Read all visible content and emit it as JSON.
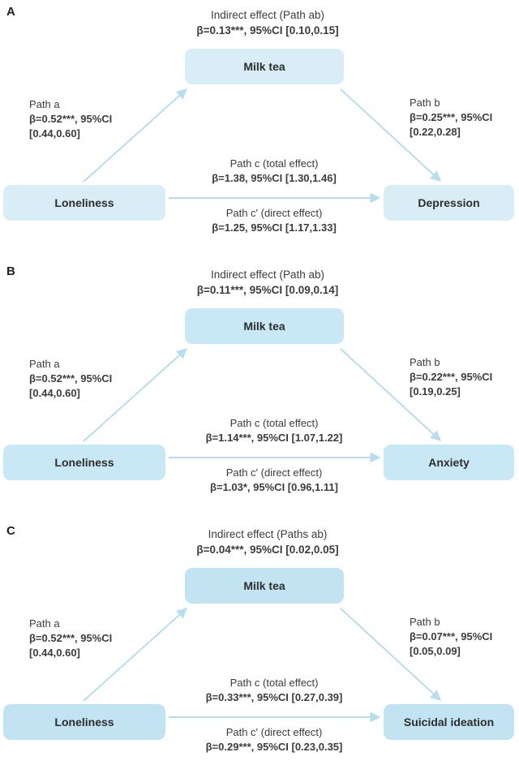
{
  "colors": {
    "background": "#ffffff",
    "text": "#3c3c3c",
    "arrow": "#b7deee",
    "box-a": "#d8edf6",
    "box-b": "#c9e8f5",
    "box-c": "#c2e4f2"
  },
  "panels": [
    {
      "label": "A",
      "indirect_line1": "Indirect effect (Path ab)",
      "indirect_line2": "β=0.13***, 95%CI [0.10,0.15]",
      "mediator": "Milk tea",
      "predictor": "Loneliness",
      "outcome": "Depression",
      "path_a": {
        "line1": "Path a",
        "line2": "β=0.52***, 95%CI",
        "line3": "[0.44,0.60]"
      },
      "path_b": {
        "line1": "Path b",
        "line2": "β=0.25***, 95%CI",
        "line3": "[0.22,0.28]"
      },
      "path_c": {
        "line1": "Path c (total effect)",
        "line2": "β=1.38, 95%CI [1.30,1.46]"
      },
      "path_c_prime": {
        "line1": "Path c' (direct effect)",
        "line2": "β=1.25, 95%CI [1.17,1.33]"
      }
    },
    {
      "label": "B",
      "indirect_line1": "Indirect effect (Path ab)",
      "indirect_line2": "β=0.11***, 95%CI [0.09,0.14]",
      "mediator": "Milk tea",
      "predictor": "Loneliness",
      "outcome": "Anxiety",
      "path_a": {
        "line1": "Path a",
        "line2": "β=0.52***, 95%CI",
        "line3": "[0.44,0.60]"
      },
      "path_b": {
        "line1": "Path b",
        "line2": "β=0.22***, 95%CI",
        "line3": "[0.19,0.25]"
      },
      "path_c": {
        "line1": "Path c (total effect)",
        "line2": "β=1.14***, 95%CI [1.07,1.22]"
      },
      "path_c_prime": {
        "line1": "Path c' (direct effect)",
        "line2": "β=1.03*, 95%CI [0.96,1.11]"
      }
    },
    {
      "label": "C",
      "indirect_line1": "Indirect effect (Paths ab)",
      "indirect_line2": "β=0.04***, 95%CI [0.02,0.05]",
      "mediator": "Milk tea",
      "predictor": "Loneliness",
      "outcome": "Suicidal ideation",
      "path_a": {
        "line1": "Path a",
        "line2": "β=0.52***, 95%CI",
        "line3": "[0.44,0.60]"
      },
      "path_b": {
        "line1": "Path b",
        "line2": "β=0.07***, 95%CI",
        "line3": "[0.05,0.09]"
      },
      "path_c": {
        "line1": "Path c (total effect)",
        "line2": "β=0.33***, 95%CI [0.27,0.39]"
      },
      "path_c_prime": {
        "line1": "Path c' (direct effect)",
        "line2": "β=0.29***, 95%CI [0.23,0.35]"
      }
    }
  ]
}
